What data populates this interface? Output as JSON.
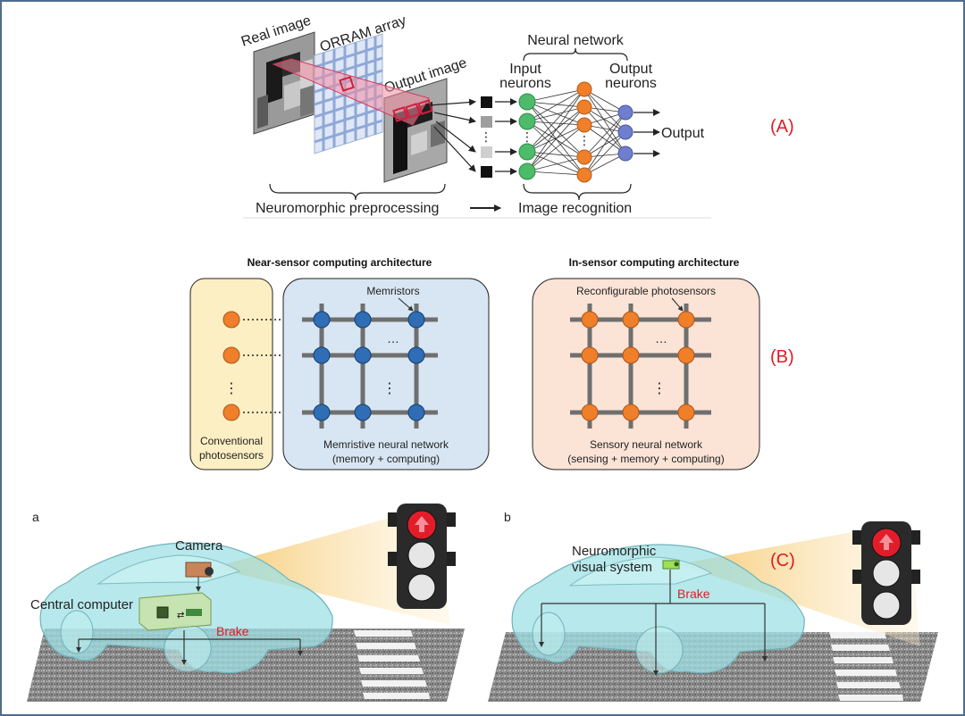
{
  "panel_tags": {
    "a": "(A)",
    "b": "(B)",
    "c": "(C)"
  },
  "panel_a": {
    "real_image": "Real image",
    "orram_array": "ORRAM array",
    "output_image": "Output image",
    "neural_network": "Neural network",
    "input_neurons_1": "Input",
    "input_neurons_2": "neurons",
    "output_neurons_1": "Output",
    "output_neurons_2": "neurons",
    "output": "Output",
    "preprocessing": "Neuromorphic preprocessing",
    "recognition": "Image recognition"
  },
  "panel_b": {
    "near_title": "Near-sensor computing architecture",
    "in_title": "In-sensor computing architecture",
    "memristors": "Memristors",
    "conv_1": "Conventional",
    "conv_2": "photosensors",
    "mem_nn_1": "Memristive neural network",
    "mem_nn_2": "(memory + computing)",
    "reconf": "Reconfigurable photosensors",
    "sens_nn_1": "Sensory neural network",
    "sens_nn_2": "(sensing + memory + computing)",
    "ellipsis": "…",
    "vdots": "⋮"
  },
  "panel_c": {
    "sub_a": "a",
    "sub_b": "b",
    "camera": "Camera",
    "central_computer": "Central computer",
    "brake": "Brake",
    "nvs_1": "Neuromorphic",
    "nvs_2": "visual system"
  },
  "colors": {
    "green_neuron": "#4cbb6a",
    "orange_neuron": "#f07f2a",
    "blue_neuron": "#6f7fce",
    "memristor_blue": "#2f6db5",
    "photosensor_orange": "#f07f2a",
    "near_box": "#d8e6f3",
    "conv_box": "#fdefc4",
    "in_box": "#fbe3d6",
    "tag_red": "#e11b22",
    "car_cyan": "#9fe0e4",
    "border": "#4f6d8f"
  }
}
